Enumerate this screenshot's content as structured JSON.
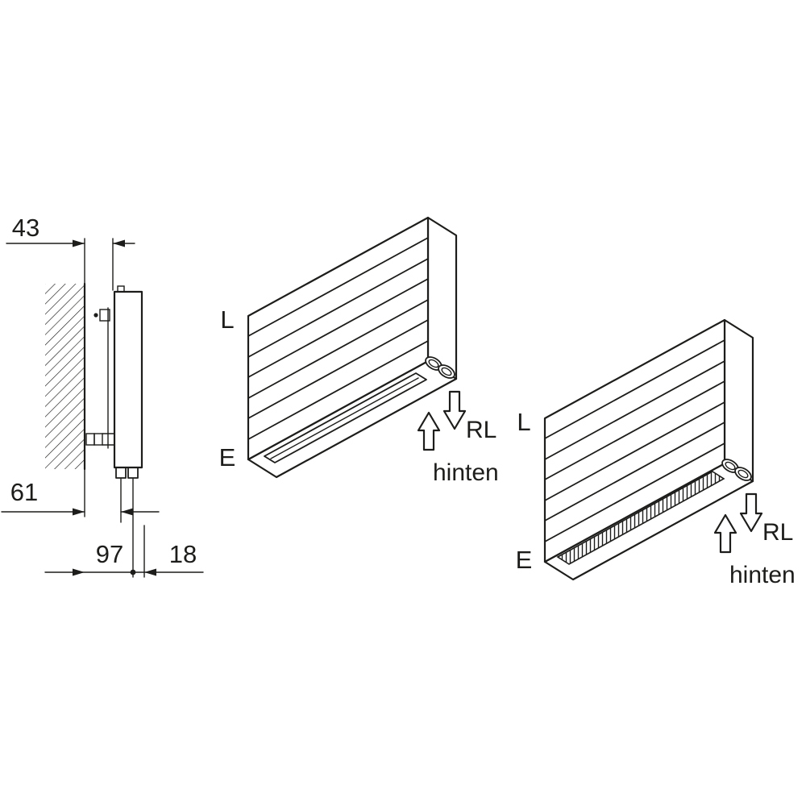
{
  "colors": {
    "ink": "#1d1d1b",
    "background": "#ffffff"
  },
  "side_view": {
    "dim_wall_to_back": "43",
    "dim_wall_to_pipe": "61",
    "dim_pipe_spacing": "97",
    "dim_pipe_to_front": "18"
  },
  "iso_top": {
    "inlet_label": "L",
    "outlet_label": "E",
    "return_label": "RL",
    "rear_label": "hinten"
  },
  "iso_bottom": {
    "inlet_label": "L",
    "outlet_label": "E",
    "return_label": "RL",
    "rear_label": "hinten"
  }
}
